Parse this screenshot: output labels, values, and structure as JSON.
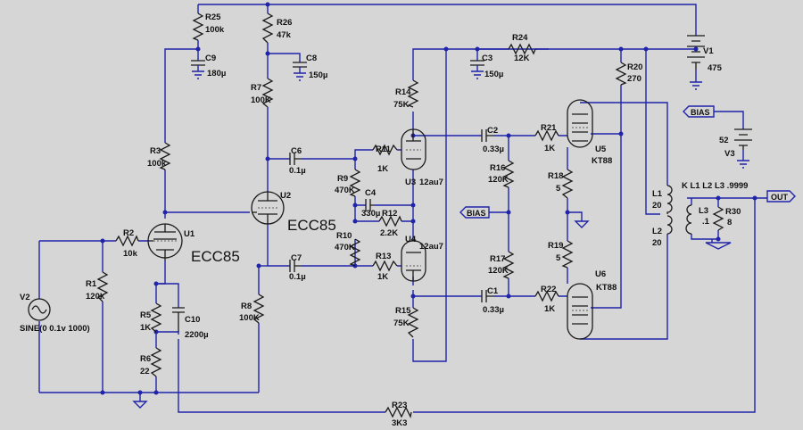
{
  "components": {
    "R25": {
      "ref": "R25",
      "value": "100k"
    },
    "R26": {
      "ref": "R26",
      "value": "47k"
    },
    "C9": {
      "ref": "C9",
      "value": "180µ"
    },
    "C8": {
      "ref": "C8",
      "value": "150µ"
    },
    "R7": {
      "ref": "R7",
      "value": "100K"
    },
    "R3": {
      "ref": "R3",
      "value": "100k"
    },
    "C6": {
      "ref": "C6",
      "value": "0.1µ"
    },
    "U2": {
      "ref": "U2",
      "value": "ECC85"
    },
    "R2": {
      "ref": "R2",
      "value": "10k"
    },
    "U1": {
      "ref": "U1",
      "value": "ECC85"
    },
    "R1": {
      "ref": "R1",
      "value": "120k"
    },
    "V2": {
      "ref": "V2",
      "value": "SINE(0 0.1v 1000)"
    },
    "R5": {
      "ref": "R5",
      "value": "1K"
    },
    "C10": {
      "ref": "C10",
      "value": "2200µ"
    },
    "R6": {
      "ref": "R6",
      "value": "22"
    },
    "R8": {
      "ref": "R8",
      "value": "100K"
    },
    "C7": {
      "ref": "C7",
      "value": "0.1µ"
    },
    "R11": {
      "ref": "R11",
      "value": "1K"
    },
    "R9": {
      "ref": "R9",
      "value": "470K"
    },
    "C4": {
      "ref": "C4",
      "value": "330µ"
    },
    "R12": {
      "ref": "R12",
      "value": "2.2K"
    },
    "R10": {
      "ref": "R10",
      "value": "470K"
    },
    "R13": {
      "ref": "R13",
      "value": "1K"
    },
    "U3": {
      "ref": "U3",
      "value": "12au7"
    },
    "U4": {
      "ref": "U4",
      "value": "12au7"
    },
    "R14": {
      "ref": "R14",
      "value": "75K"
    },
    "R15": {
      "ref": "R15",
      "value": "75K"
    },
    "C3": {
      "ref": "C3",
      "value": "150µ"
    },
    "R24": {
      "ref": "R24",
      "value": "12K"
    },
    "C2": {
      "ref": "C2",
      "value": "0.33µ"
    },
    "C1": {
      "ref": "C1",
      "value": "0.33µ"
    },
    "R16": {
      "ref": "R16",
      "value": "120K"
    },
    "R17": {
      "ref": "R17",
      "value": "120K"
    },
    "R21": {
      "ref": "R21",
      "value": "1K"
    },
    "R22": {
      "ref": "R22",
      "value": "1K"
    },
    "U5": {
      "ref": "U5",
      "value": "KT88"
    },
    "U6": {
      "ref": "U6",
      "value": "KT88"
    },
    "R18": {
      "ref": "R18",
      "value": "5"
    },
    "R19": {
      "ref": "R19",
      "value": "5"
    },
    "R20": {
      "ref": "R20",
      "value": "270"
    },
    "V1": {
      "ref": "V1",
      "value": "475"
    },
    "V3": {
      "ref": "V3",
      "value": "52"
    },
    "L1": {
      "ref": "L1",
      "value": "20"
    },
    "L2": {
      "ref": "L2",
      "value": "20"
    },
    "L3": {
      "ref": "L3",
      "value": ".1"
    },
    "R30": {
      "ref": "R30",
      "value": "8"
    },
    "R23": {
      "ref": "R23",
      "value": "3K3"
    }
  },
  "directive": "K L1 L2 L3 .9999",
  "flags": {
    "bias_top": "BIAS",
    "bias_mid": "BIAS",
    "out": "OUT"
  },
  "colors": {
    "wire": "#1f24a8",
    "component": "#1a1a1a",
    "background": "#d6d6d6"
  }
}
